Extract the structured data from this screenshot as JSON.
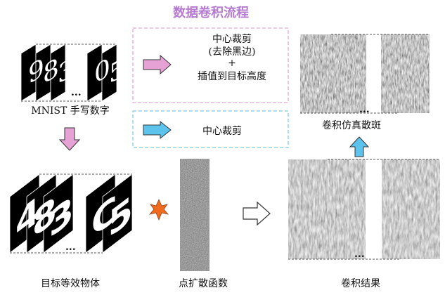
{
  "title": "数据卷积流程",
  "colors": {
    "title": "#b57bcf",
    "pink_box": "#e8a6d6",
    "pink_arrow": "#e6a2d4",
    "cyan_box": "#7fcbe0",
    "cyan_arrow": "#5cc4ec",
    "star": "#ef6a1c"
  },
  "panels": {
    "mnist_label": "MNIST 手写数字",
    "mnist_digits": [
      "9",
      "8",
      "3",
      "0",
      "5"
    ],
    "object_label": "目标等效物体",
    "object_digits": [
      "4",
      "8",
      "3",
      "C",
      "5"
    ],
    "psf_label": "点扩散函数",
    "conv_result_label": "卷积结果",
    "speckle_label": "卷积仿真散斑",
    "ellipsis": "..."
  },
  "steps": {
    "pink": {
      "line1": "中心裁剪",
      "line2": "(去除黑边)",
      "line3": "+",
      "line4": "插值到目标高度"
    },
    "cyan": {
      "line1": "中心裁剪"
    }
  },
  "icons": {
    "arrow": "right-arrow-icon",
    "down": "down-arrow-icon",
    "up": "up-arrow-icon",
    "star": "star-icon"
  }
}
